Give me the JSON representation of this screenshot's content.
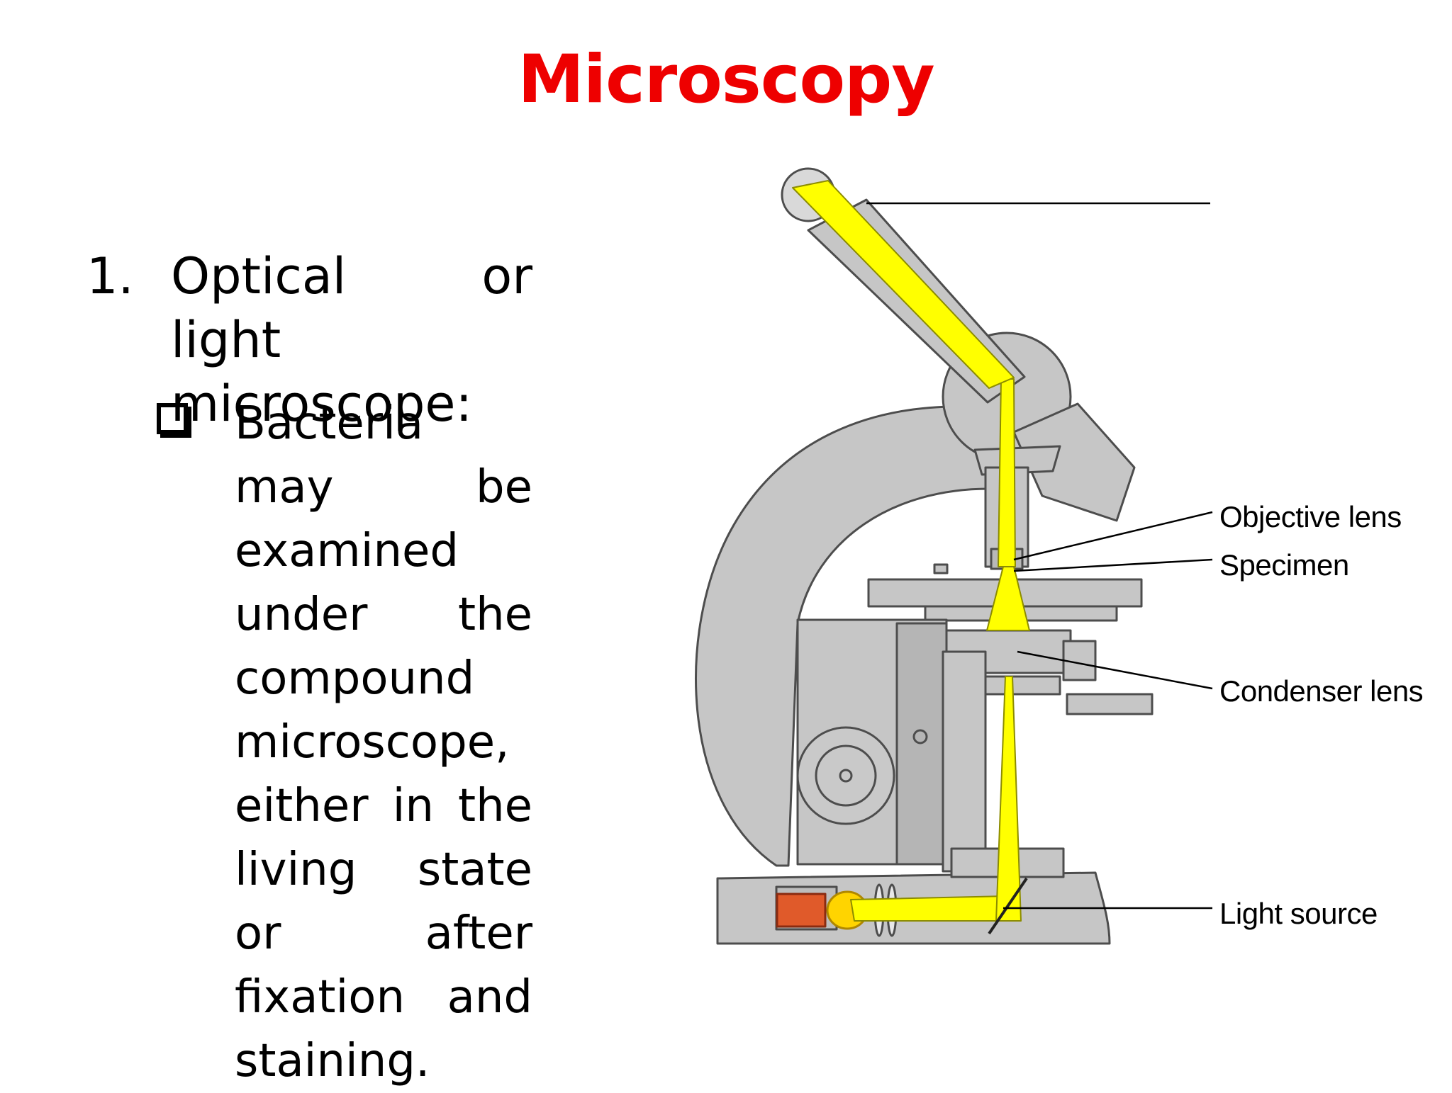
{
  "slide": {
    "title": "Microscopy",
    "title_color": "#ee0000",
    "list_number": "1.",
    "list_heading": "Optical or light microscope:",
    "bullet_text": "Bacteria may be examined under the compound microscope, either in the living state or after fixation and staining."
  },
  "diagram": {
    "colors": {
      "body": "#c6c6c6",
      "outline": "#4d4d4d",
      "light_beam": "#ffff00",
      "lamp": "#e05a2a"
    },
    "labels": {
      "objective_lens": "Objective lens",
      "specimen": "Specimen",
      "condenser_lens": "Condenser lens",
      "light_source": "Light source"
    }
  }
}
